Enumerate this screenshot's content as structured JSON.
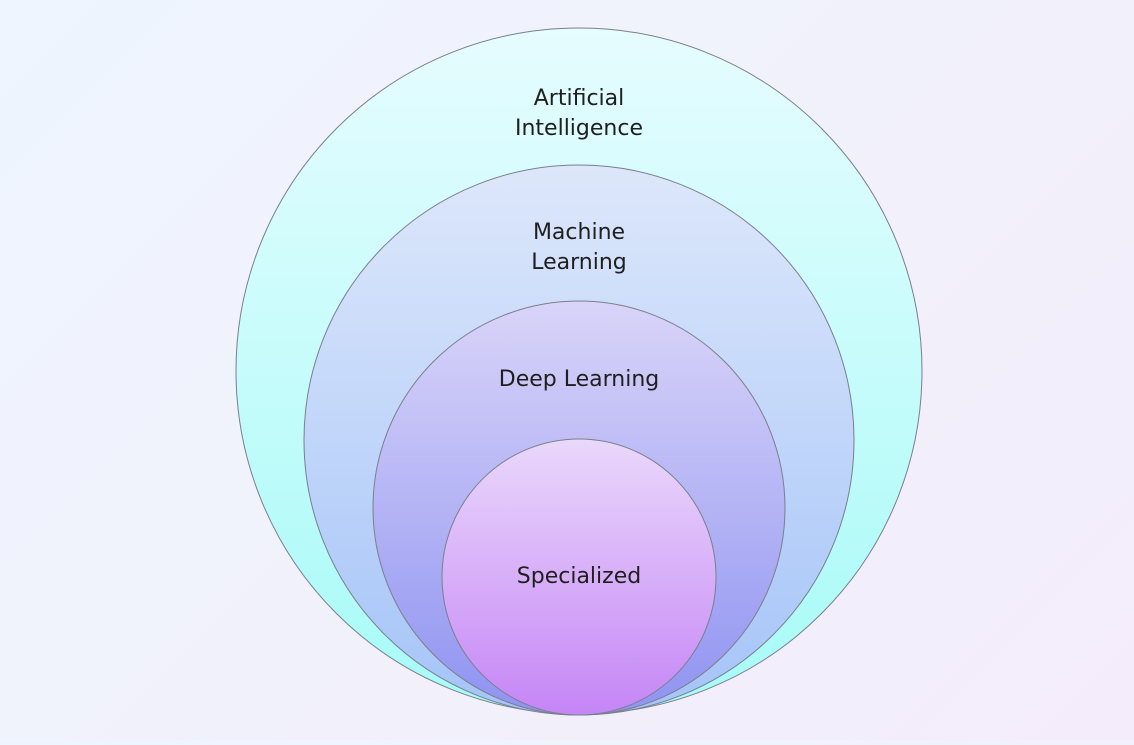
{
  "diagram": {
    "type": "nested-circles",
    "layers": [
      {
        "id": "ai",
        "lines": [
          "Artificial",
          "Intelligence"
        ],
        "colors": [
          "#e6fcff",
          "#a6fbf7"
        ]
      },
      {
        "id": "ml",
        "lines": [
          "Machine",
          "Learning"
        ],
        "colors": [
          "#dde7fb",
          "#a4c4f8"
        ]
      },
      {
        "id": "dl",
        "lines": [
          "Deep Learning"
        ],
        "colors": [
          "#d9d4f9",
          "#8f93f1"
        ]
      },
      {
        "id": "specialized",
        "lines": [
          "Specialized"
        ],
        "colors": [
          "#ead8fb",
          "#c585f6"
        ]
      }
    ]
  }
}
